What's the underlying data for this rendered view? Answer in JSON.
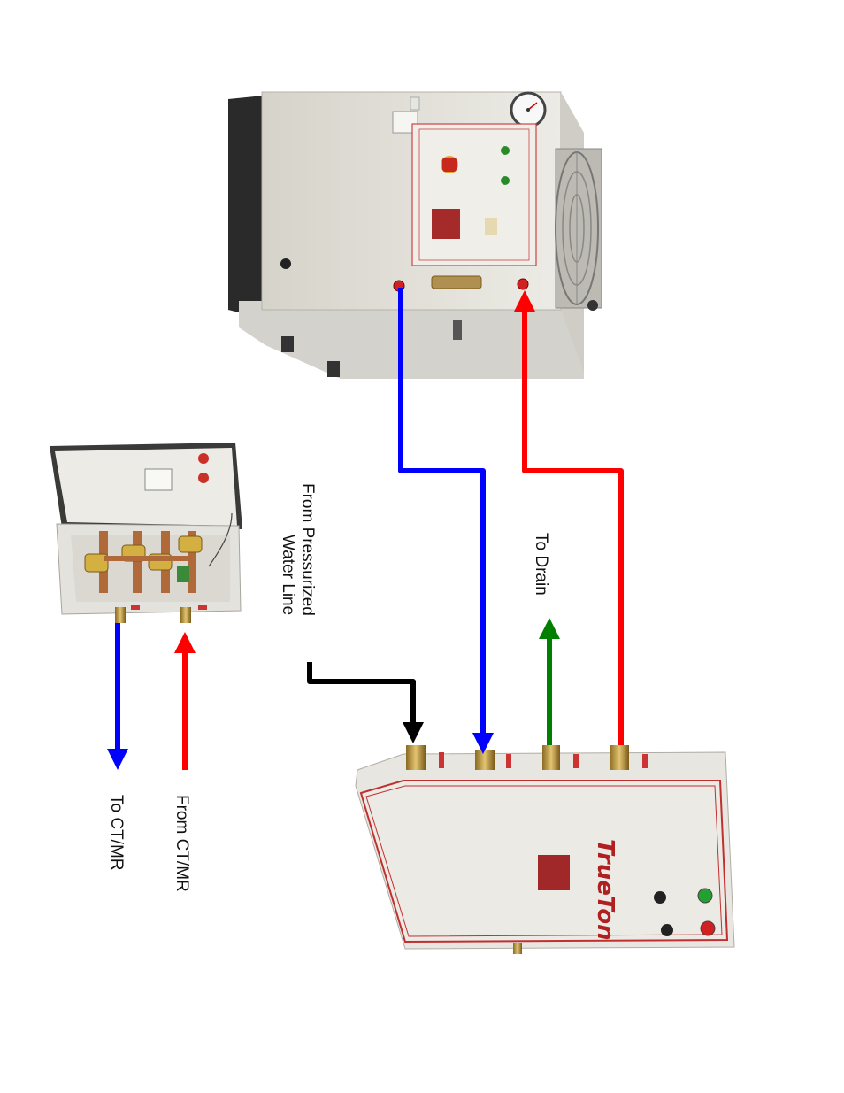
{
  "labels": {
    "from_pressurized_line1": "From Pressurized",
    "from_pressurized_line2": "Water Line",
    "to_drain": "To Drain",
    "to_ctmr": "To CT/MR",
    "from_ctmr": "From CT/MR"
  },
  "brand": {
    "logo_text": "TrueTon"
  },
  "colors": {
    "supply_line": "#0000ff",
    "return_line": "#ff0000",
    "drain_line": "#008000",
    "pressurized_line": "#000000",
    "cabinet": "#e8e5dc",
    "brass": "#c9a54a"
  },
  "icons": [
    "pressure-gauge-icon",
    "fan-guard-icon",
    "emergency-stop-icon",
    "indicator-light-icon",
    "solenoid-valve-icon"
  ]
}
